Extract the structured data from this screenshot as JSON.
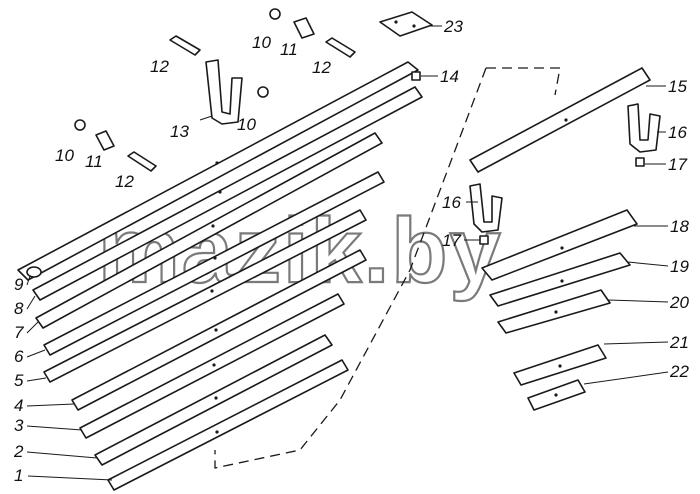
{
  "watermark": "mazik.by",
  "callouts": {
    "n1": "1",
    "n2": "2",
    "n3": "3",
    "n4": "4",
    "n5": "5",
    "n6": "6",
    "n7": "7",
    "n8": "8",
    "n9": "9",
    "n10a": "10",
    "n10b": "10",
    "n10c": "10",
    "n11a": "11",
    "n11b": "11",
    "n12a": "12",
    "n12b": "12",
    "n12c": "12",
    "n13": "13",
    "n14": "14",
    "n15": "15",
    "n16a": "16",
    "n16b": "16",
    "n17a": "17",
    "n17b": "17",
    "n18": "18",
    "n19": "19",
    "n20": "20",
    "n21": "21",
    "n22": "22",
    "n23": "23"
  }
}
